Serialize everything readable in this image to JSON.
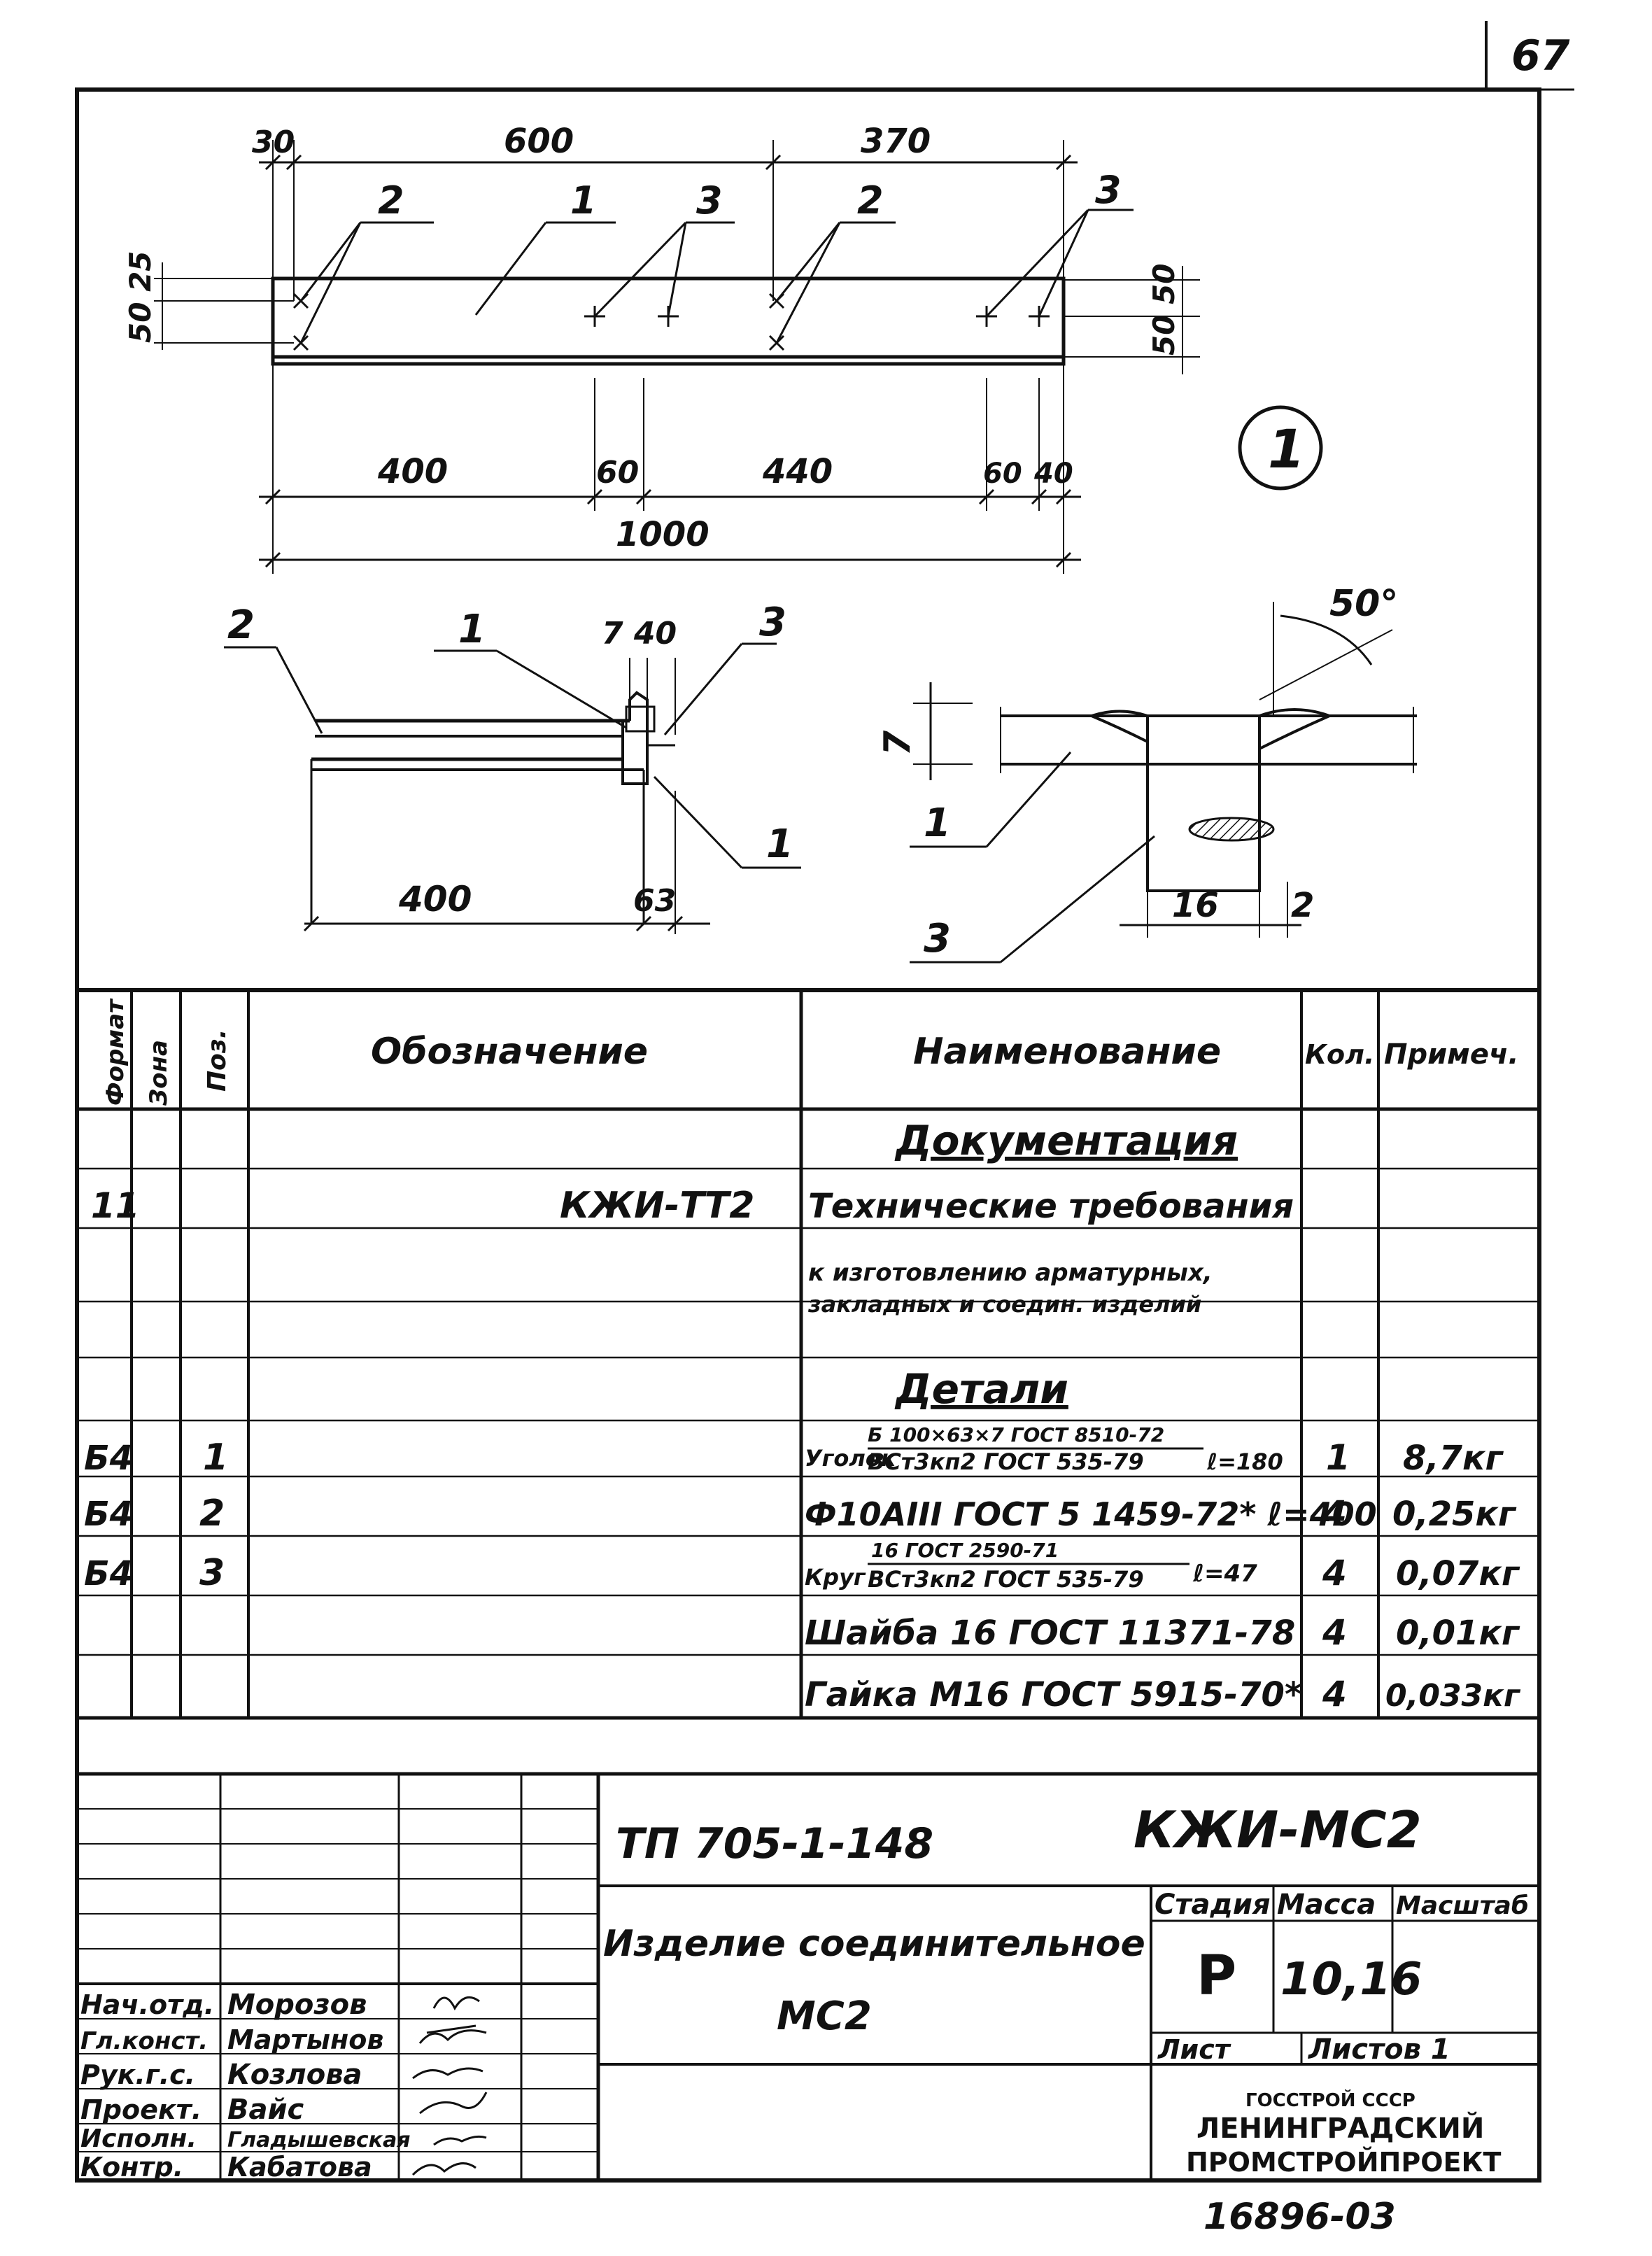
{
  "sheet_number": "67",
  "plan_view": {
    "dims_top": [
      "30",
      "600",
      "370"
    ],
    "dims_bottom": [
      "400",
      "60",
      "440",
      "60",
      "40"
    ],
    "overall": "1000",
    "left_dims": "50 25",
    "right_dims": "50 50",
    "callouts": [
      "2",
      "1",
      "3",
      "2",
      "3"
    ],
    "view_mark": "1"
  },
  "section_view": {
    "callouts": [
      "2",
      "1",
      "3",
      "1"
    ],
    "dims_top": "7 40",
    "dims_bottom": [
      "400",
      "63"
    ]
  },
  "detail_view": {
    "angle": "50°",
    "dim_left": "7",
    "dim_bottom": [
      "16",
      "2"
    ],
    "callouts": [
      "1",
      "3"
    ]
  },
  "spec_table": {
    "headers": [
      "Формат",
      "Зона",
      "Поз.",
      "Обозначение",
      "Наименование",
      "Кол.",
      "Примеч."
    ],
    "section_documentation": "Документация",
    "doc_row": {
      "format": "11",
      "designation": "КЖИ-ТТ2",
      "name": "Технические требования"
    },
    "doc_row_continuation": [
      "к изготовлению арматурных,",
      "закладных и соедин. изделий"
    ],
    "section_details": "Детали",
    "rows": [
      {
        "format": "Б4",
        "pos": "1",
        "name_prefix": "Уголок",
        "name_top": "Б 100×63×7 ГОСТ 8510-72",
        "name_bottom": "ВСт3кп2 ГОСТ 535-79",
        "suffix": "ℓ=180",
        "qty": "1",
        "note": "8,7кг"
      },
      {
        "format": "Б4",
        "pos": "2",
        "name": "Ф10АIII ГОСТ 5 1459-72* ℓ=400",
        "qty": "4",
        "note": "0,25кг"
      },
      {
        "format": "Б4",
        "pos": "3",
        "name_prefix": "Круг",
        "name_top": "16 ГОСТ 2590-71",
        "name_bottom": "ВСт3кп2 ГОСТ 535-79",
        "suffix": "ℓ=47",
        "qty": "4",
        "note": "0,07кг"
      },
      {
        "format": "",
        "pos": "",
        "name": "Шайба 16 ГОСТ 11371-78",
        "qty": "4",
        "note": "0,01кг"
      },
      {
        "format": "",
        "pos": "",
        "name": "Гайка М16 ГОСТ 5915-70*",
        "qty": "4",
        "note": "0,033кг"
      }
    ]
  },
  "title_block": {
    "project": "ТП 705-1-148",
    "code": "КЖИ-МС2",
    "item_name": "Изделие соединительное",
    "item_code": "МС2",
    "stage_header": "Стадия",
    "mass_header": "Масса",
    "scale_header": "Масштаб",
    "stage": "Р",
    "mass": "10,16",
    "sheet_label": "Лист",
    "sheets_label": "Листов 1",
    "org_line1": "ГОССТРОЙ СССР",
    "org_line2": "ЛЕНИНГРАДСКИЙ",
    "org_line3": "ПРОМСТРОЙПРОЕКТ",
    "signatures": [
      {
        "role": "Нач.отд.",
        "name": "Морозов"
      },
      {
        "role": "Гл.конст.",
        "name": "Мартынов"
      },
      {
        "role": "Рук.г.с.",
        "name": "Козлова"
      },
      {
        "role": "Проект.",
        "name": "Вайс"
      },
      {
        "role": "Исполн.",
        "name": "Гладышевская"
      },
      {
        "role": "Контр.",
        "name": "Кабатова"
      }
    ]
  },
  "archive_number": "16896-03"
}
